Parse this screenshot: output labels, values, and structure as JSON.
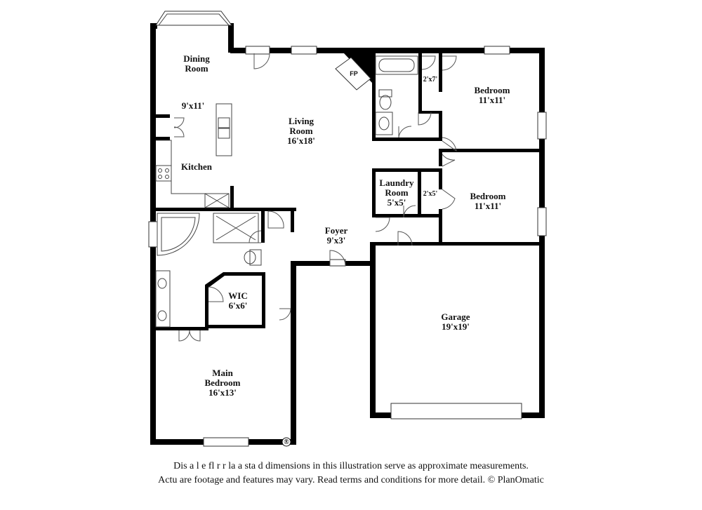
{
  "rooms": {
    "dining": {
      "name_line1": "Dining",
      "name_line2": "Room",
      "size": "9'x11'"
    },
    "kitchen": {
      "name": "Kitchen"
    },
    "living": {
      "name_line1": "Living",
      "name_line2": "Room",
      "size": "16'x18'"
    },
    "fireplace": {
      "label": "FP"
    },
    "bedroom_top": {
      "name": "Bedroom",
      "size": "11'x11'"
    },
    "closet_top": {
      "size": "2'x7'"
    },
    "laundry": {
      "name_line1": "Laundry",
      "name_line2": "Room",
      "size": "5'x5'"
    },
    "closet_mid": {
      "size": "2'x5'"
    },
    "bedroom_mid": {
      "name": "Bedroom",
      "size": "11'x11'"
    },
    "foyer": {
      "name": "Foyer",
      "size": "9'x3'"
    },
    "wic": {
      "name": "WIC",
      "size": "6'x6'"
    },
    "garage": {
      "name": "Garage",
      "size": "19'x19'"
    },
    "main_bedroom": {
      "name_line1": "Main",
      "name_line2": "Bedroom",
      "size": "16'x13'"
    }
  },
  "disclaimer": {
    "line1": "Dis    a   l e fl  r  r  la  a  sta  d dimensions in this illustration serve as approximate measurements.",
    "line2": "Actu    are footage and features may vary. Read terms and conditions for more detail. © PlanOmatic"
  },
  "registered_mark": "®"
}
